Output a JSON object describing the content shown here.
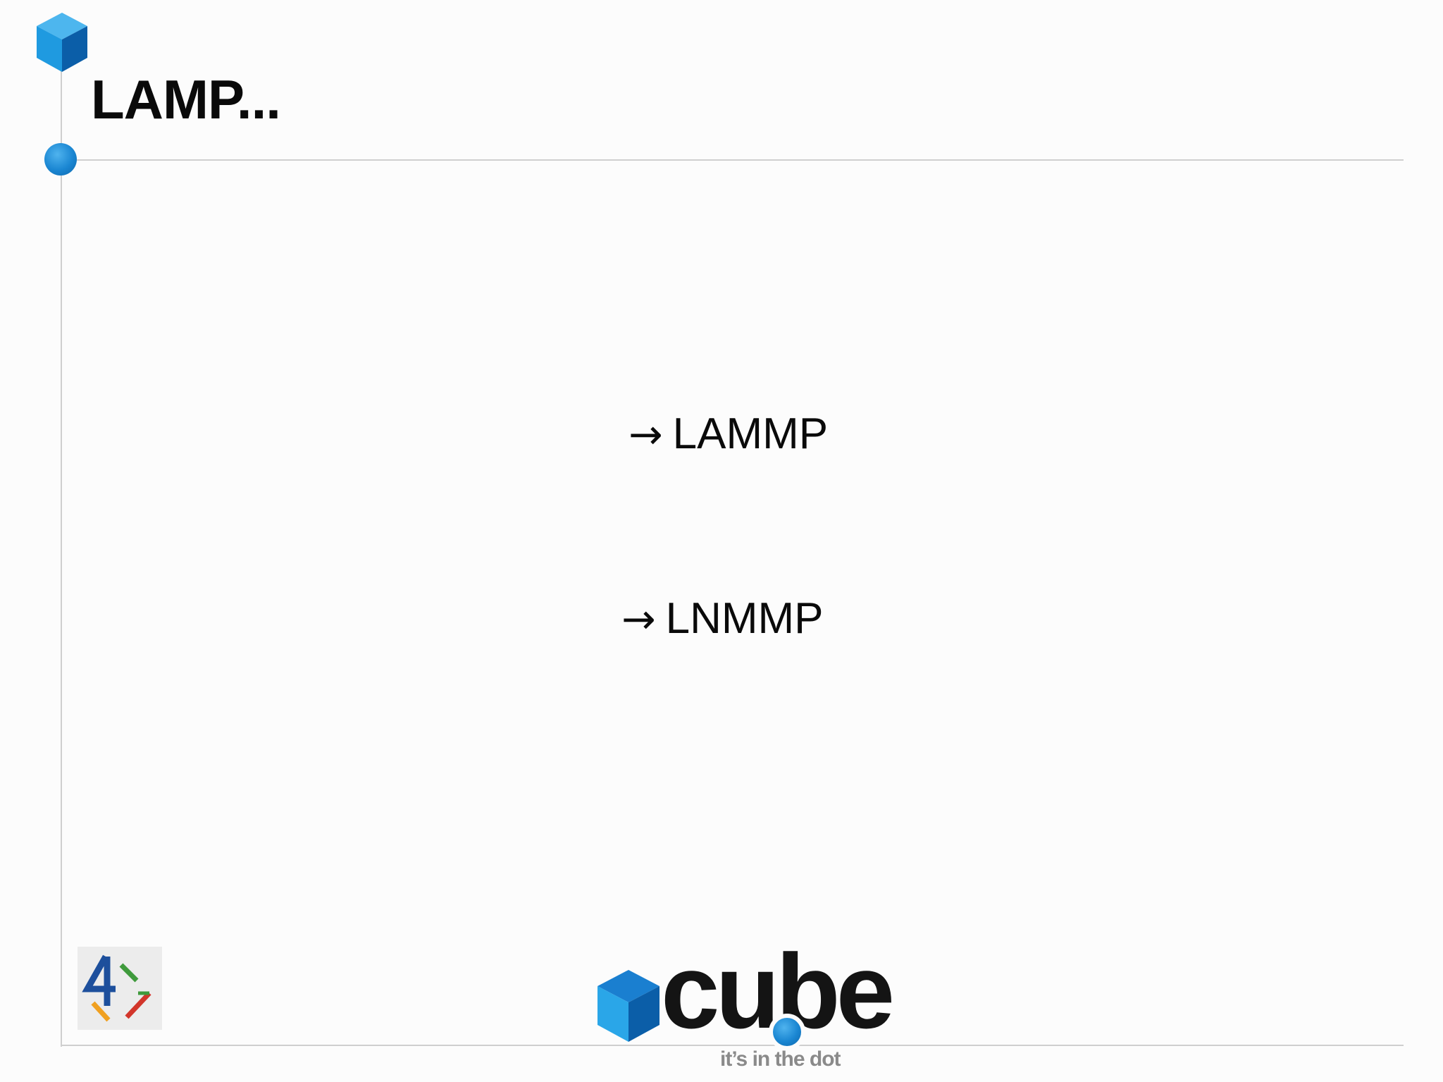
{
  "slide": {
    "title": "LAMP...",
    "bullets": [
      {
        "arrow": "→",
        "text": "LAMMP"
      },
      {
        "arrow": "→",
        "text": "LNMMP"
      }
    ]
  },
  "branding": {
    "logo_left_text": "4",
    "logo_name": "cube",
    "tagline": "it’s in the dot"
  },
  "colors": {
    "accent_blue": "#1a86d2",
    "cube_light": "#29a3e6",
    "cube_dark": "#0b5ea8",
    "rule": "#cfcfcf",
    "text": "#0a0a0a"
  },
  "icons": [
    "cube-icon",
    "blue-dot-icon",
    "four-logo",
    "cube-logo"
  ]
}
